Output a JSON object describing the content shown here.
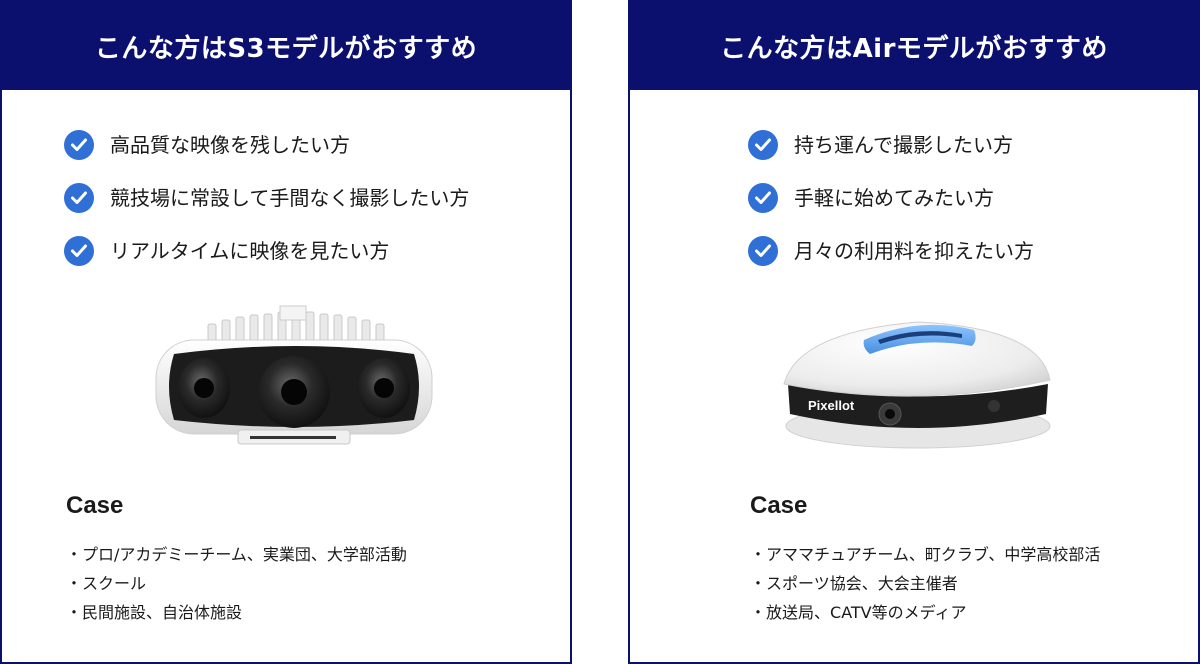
{
  "s3": {
    "title": "こんな方はS3モデルがおすすめ",
    "checks": [
      "高品質な映像を残したい方",
      "競技場に常設して手間なく撮影したい方",
      "リアルタイムに映像を見たい方"
    ],
    "case_title": "Case",
    "cases": [
      "プロ/アカデミーチーム、実業団、大学部活動",
      "スクール",
      "民間施設、自治体施設"
    ]
  },
  "air": {
    "title": "こんな方はAirモデルがおすすめ",
    "checks": [
      "持ち運んで撮影したい方",
      "手軽に始めてみたい方",
      "月々の利用料を抑えたい方"
    ],
    "case_title": "Case",
    "cases": [
      "アママチュアチーム、町クラブ、中学高校部活",
      "スポーツ協会、大会主催者",
      "放送局、CATV等のメディア"
    ],
    "device_label": "Pixellot"
  },
  "colors": {
    "header": "#0b0f6e",
    "check": "#2f6fd6"
  }
}
